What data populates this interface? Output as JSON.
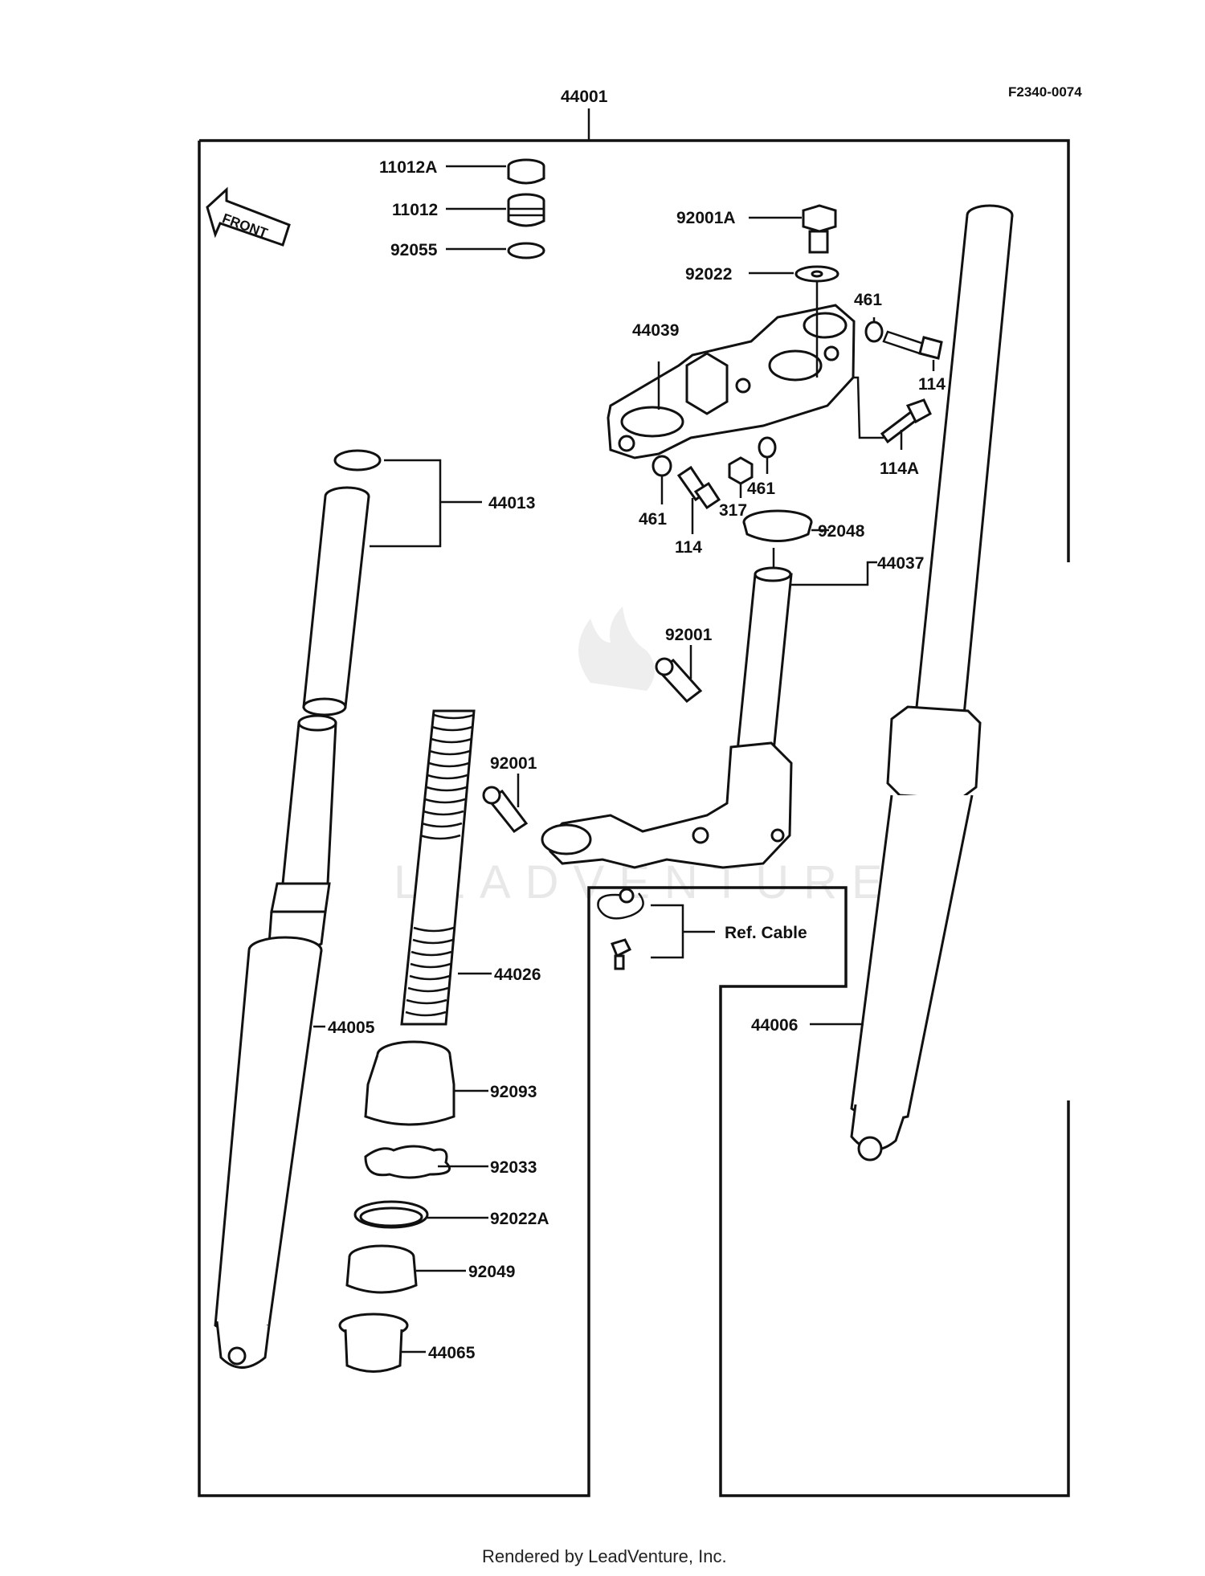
{
  "diagram_code": "F2340-0074",
  "assembly_label": "44001",
  "front_arrow_text": "FRONT",
  "watermark_text": "LEADVENTURE",
  "footer_text": "Rendered by LeadVenture, Inc.",
  "labels": [
    {
      "id": "l-11012a",
      "text": "11012A"
    },
    {
      "id": "l-11012",
      "text": "11012"
    },
    {
      "id": "l-92055",
      "text": "92055"
    },
    {
      "id": "l-92001a",
      "text": "92001A"
    },
    {
      "id": "l-92022",
      "text": "92022"
    },
    {
      "id": "l-461a",
      "text": "461"
    },
    {
      "id": "l-44039",
      "text": "44039"
    },
    {
      "id": "l-114a",
      "text": "114"
    },
    {
      "id": "l-114A",
      "text": "114A"
    },
    {
      "id": "l-44013",
      "text": "44013"
    },
    {
      "id": "l-461b",
      "text": "461"
    },
    {
      "id": "l-461c",
      "text": "461"
    },
    {
      "id": "l-317",
      "text": "317"
    },
    {
      "id": "l-114b",
      "text": "114"
    },
    {
      "id": "l-92048",
      "text": "92048"
    },
    {
      "id": "l-44037",
      "text": "44037"
    },
    {
      "id": "l-92001-top",
      "text": "92001"
    },
    {
      "id": "l-92001-mid",
      "text": "92001"
    },
    {
      "id": "l-ref-cable",
      "text": "Ref. Cable"
    },
    {
      "id": "l-44026",
      "text": "44026"
    },
    {
      "id": "l-44005",
      "text": "44005"
    },
    {
      "id": "l-44006",
      "text": "44006"
    },
    {
      "id": "l-92093",
      "text": "92093"
    },
    {
      "id": "l-92033",
      "text": "92033"
    },
    {
      "id": "l-92022a",
      "text": "92022A"
    },
    {
      "id": "l-92049",
      "text": "92049"
    },
    {
      "id": "l-44065",
      "text": "44065"
    }
  ]
}
